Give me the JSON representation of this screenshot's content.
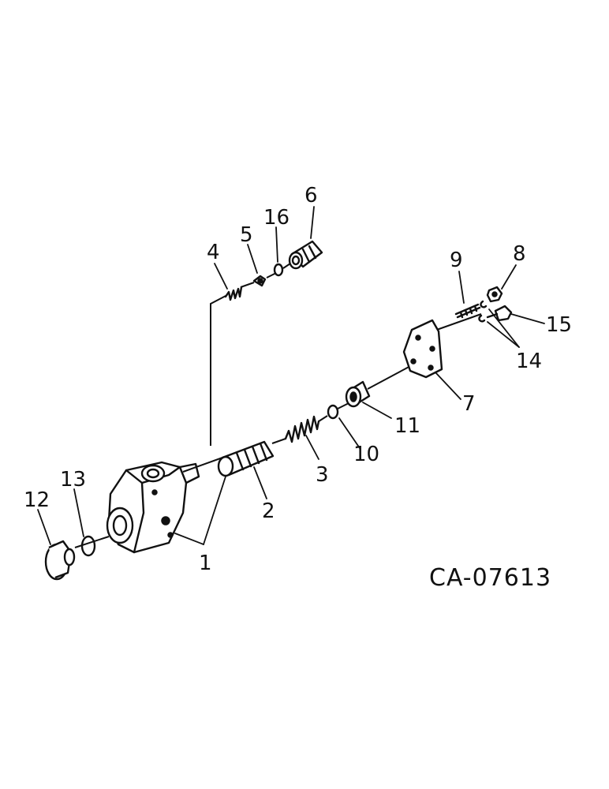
{
  "diagram": {
    "reference_code": "CA-07613",
    "callouts": [
      {
        "id": "c1",
        "text": "1"
      },
      {
        "id": "c2",
        "text": "2"
      },
      {
        "id": "c3",
        "text": "3"
      },
      {
        "id": "c4",
        "text": "4"
      },
      {
        "id": "c5",
        "text": "5"
      },
      {
        "id": "c6",
        "text": "6"
      },
      {
        "id": "c7",
        "text": "7"
      },
      {
        "id": "c8",
        "text": "8"
      },
      {
        "id": "c9",
        "text": "9"
      },
      {
        "id": "c10",
        "text": "10"
      },
      {
        "id": "c11",
        "text": "11"
      },
      {
        "id": "c12",
        "text": "12"
      },
      {
        "id": "c13",
        "text": "13"
      },
      {
        "id": "c14",
        "text": "14"
      },
      {
        "id": "c15",
        "text": "15"
      },
      {
        "id": "c16",
        "text": "16"
      }
    ]
  }
}
